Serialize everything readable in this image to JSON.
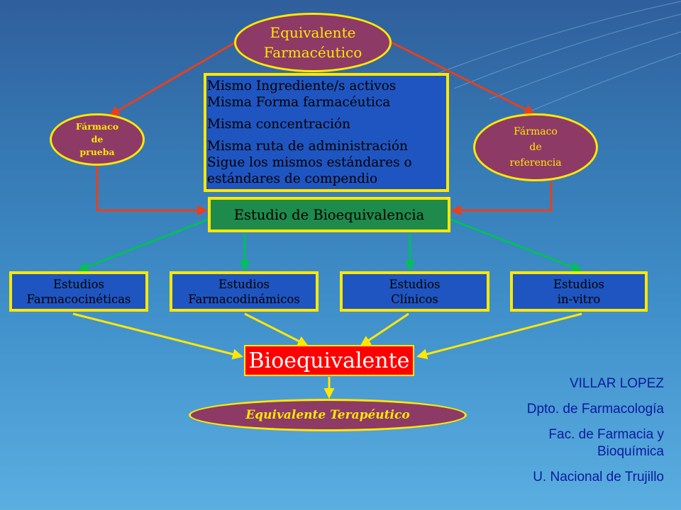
{
  "top": {
    "line1": "Equivalente",
    "line2": "Farmacéutico"
  },
  "test_drug": {
    "line1": "Fármaco",
    "line2": "de",
    "line3": "prueba"
  },
  "ref_drug": {
    "line1": "Fármaco",
    "line2": "de",
    "line3": "referencia"
  },
  "properties": [
    "Mismo Ingrediente/s activos",
    "Misma Forma farmacéutica",
    "Misma concentración",
    "Misma ruta de administración",
    "Sigue los mismos estándares o",
    "estándares de compendio"
  ],
  "bioequivalence_study": "Estudio de Bioequivalencia",
  "studies": [
    {
      "line1": "Estudios",
      "line2": "Farmacocinéticas"
    },
    {
      "line1": "Estudios",
      "line2": "Farmacodinámicos"
    },
    {
      "line1": "Estudios",
      "line2": "Clínicos"
    },
    {
      "line1": "Estudios",
      "line2": "in-vitro"
    }
  ],
  "result": "Bioequivalente",
  "therapeutic": "Equivalente Terapéutico",
  "author": {
    "name": "VILLAR LOPEZ",
    "dept": "Dpto. de Farmacología",
    "faculty_line1": "Fac. de Farmacia y",
    "faculty_line2": "Bioquímica",
    "university": "U. Nacional de Trujillo"
  },
  "colors": {
    "ellipse_fill": "#8e3a66",
    "box_fill": "#1f55c0",
    "study_fill": "#1e8a4c",
    "border": "#ffe800",
    "result_fill": "#ff0000",
    "red_arrow": "#e8401c",
    "green_arrow": "#00c05a",
    "yellow_arrow": "#ffe800",
    "author_text": "#0c1a9e"
  }
}
